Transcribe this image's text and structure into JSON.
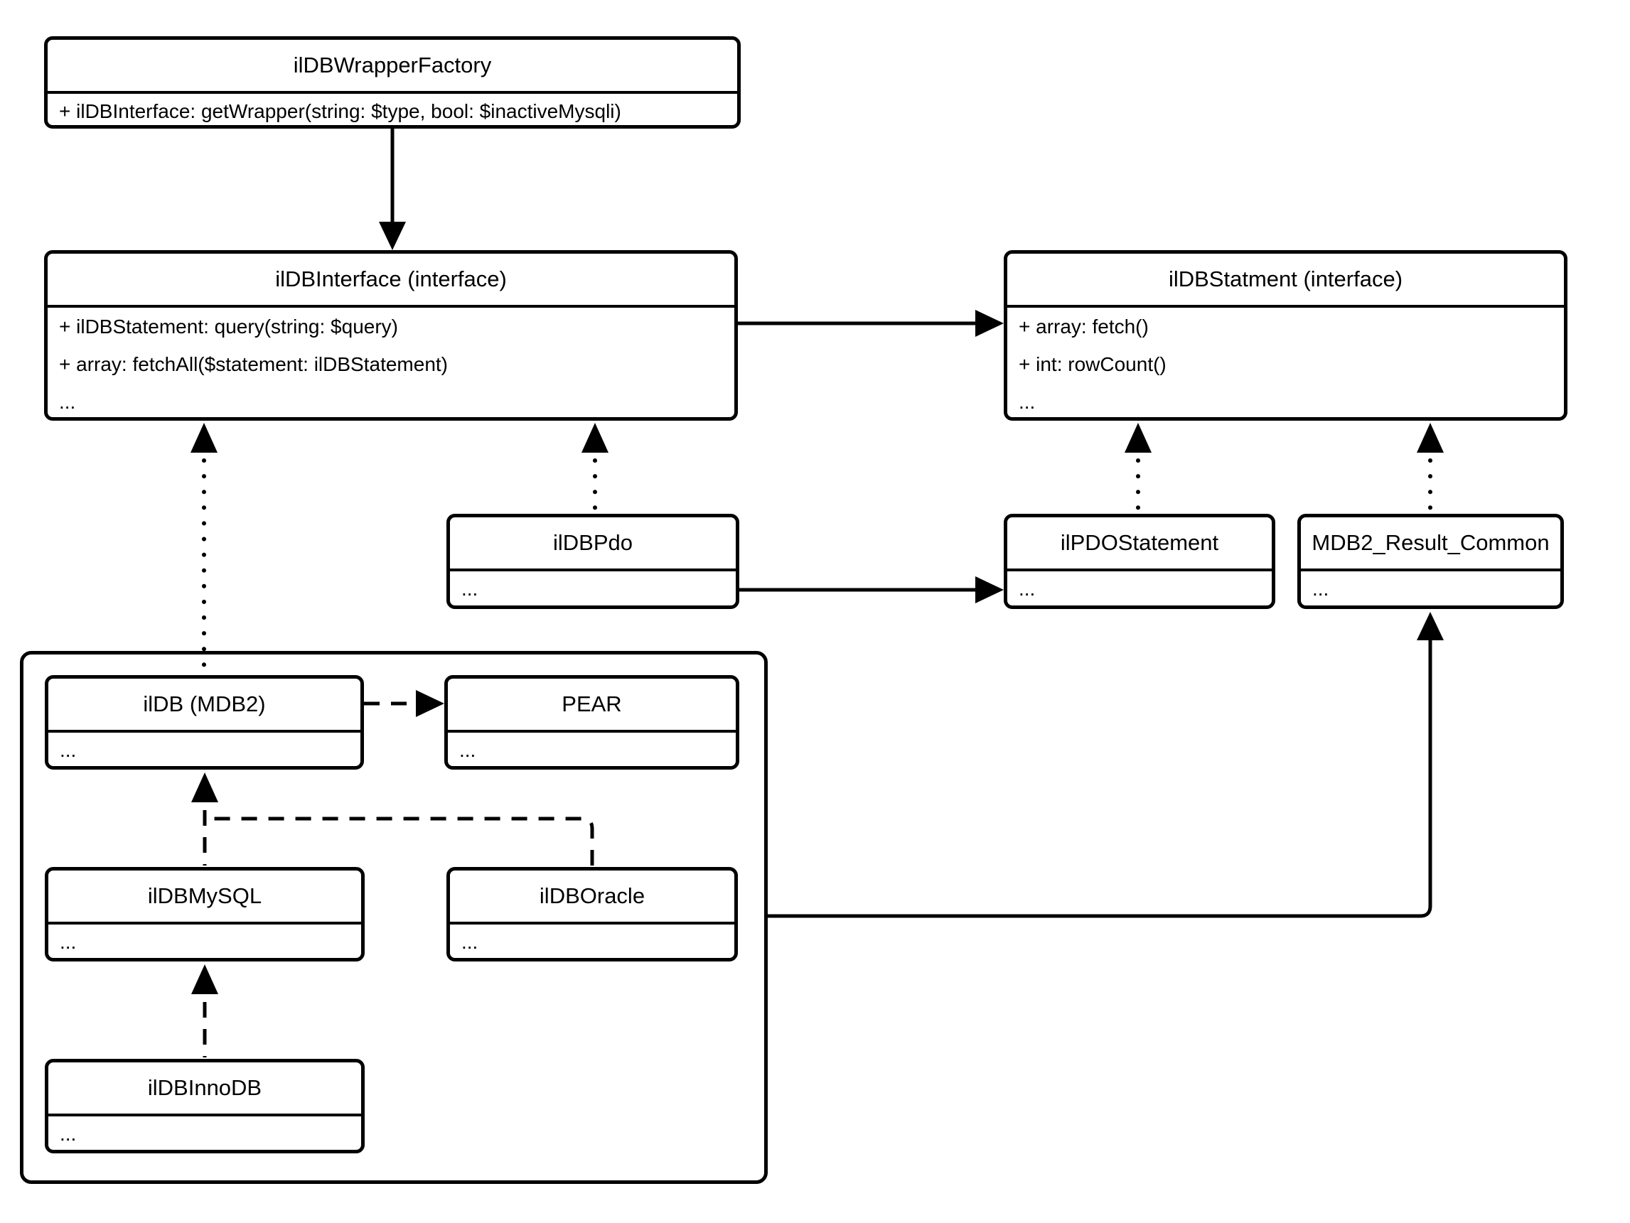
{
  "diagram": {
    "background_color": "#ffffff",
    "stroke_color": "#000000",
    "classes": [
      {
        "id": "ildb-wrapper-factory",
        "title": "ilDBWrapperFactory",
        "members": [
          "+ ilDBInterface: getWrapper(string: $type, bool: $inactiveMysqli)"
        ]
      },
      {
        "id": "ildb-interface",
        "title": "ilDBInterface (interface)",
        "members": [
          "+ ilDBStatement: query(string: $query)",
          "+ array: fetchAll($statement: ilDBStatement)",
          "..."
        ]
      },
      {
        "id": "ildb-statment",
        "title": "ilDBStatment (interface)",
        "members": [
          "+ array: fetch()",
          "+ int: rowCount()",
          "..."
        ]
      },
      {
        "id": "ildb-pdo",
        "title": "ilDBPdo",
        "members": [
          "..."
        ]
      },
      {
        "id": "il-pdo-statement",
        "title": "ilPDOStatement",
        "members": [
          "..."
        ]
      },
      {
        "id": "mdb2-result-common",
        "title": "MDB2_Result_Common",
        "members": [
          "..."
        ]
      },
      {
        "id": "ildb-mdb2",
        "title": "ilDB (MDB2)",
        "members": [
          "..."
        ]
      },
      {
        "id": "pear",
        "title": "PEAR",
        "members": [
          "..."
        ]
      },
      {
        "id": "ildb-mysql",
        "title": "ilDBMySQL",
        "members": [
          "..."
        ]
      },
      {
        "id": "ildb-oracle",
        "title": "ilDBOracle",
        "members": [
          "..."
        ]
      },
      {
        "id": "ildb-innodb",
        "title": "ilDBInnoDB",
        "members": [
          "..."
        ]
      }
    ],
    "edges": [
      {
        "from": "ilDBWrapperFactory",
        "to": "ilDBInterface (interface)",
        "style": "solid-arrow"
      },
      {
        "from": "ilDBInterface (interface)",
        "to": "ilDBStatment (interface)",
        "style": "solid-arrow"
      },
      {
        "from": "ilDB (MDB2)",
        "to": "ilDBInterface (interface)",
        "style": "dotted-arrow"
      },
      {
        "from": "ilDBPdo",
        "to": "ilDBInterface (interface)",
        "style": "dotted-arrow"
      },
      {
        "from": "ilPDOStatement",
        "to": "ilDBStatment (interface)",
        "style": "dotted-arrow"
      },
      {
        "from": "MDB2_Result_Common",
        "to": "ilDBStatment (interface)",
        "style": "dotted-arrow"
      },
      {
        "from": "ilDBPdo",
        "to": "ilPDOStatement",
        "style": "solid-arrow"
      },
      {
        "from": "ilDB (MDB2)",
        "to": "PEAR",
        "style": "dashed-arrow"
      },
      {
        "from": "ilDBMySQL",
        "to": "ilDB (MDB2)",
        "style": "dashed-arrow"
      },
      {
        "from": "ilDBOracle",
        "to": "ilDB (MDB2)",
        "style": "dashed-arrow"
      },
      {
        "from": "ilDBInnoDB",
        "to": "ilDBMySQL",
        "style": "dashed-arrow"
      },
      {
        "from": "ilDBOracle",
        "to": "MDB2_Result_Common",
        "style": "solid-arrow"
      }
    ]
  }
}
